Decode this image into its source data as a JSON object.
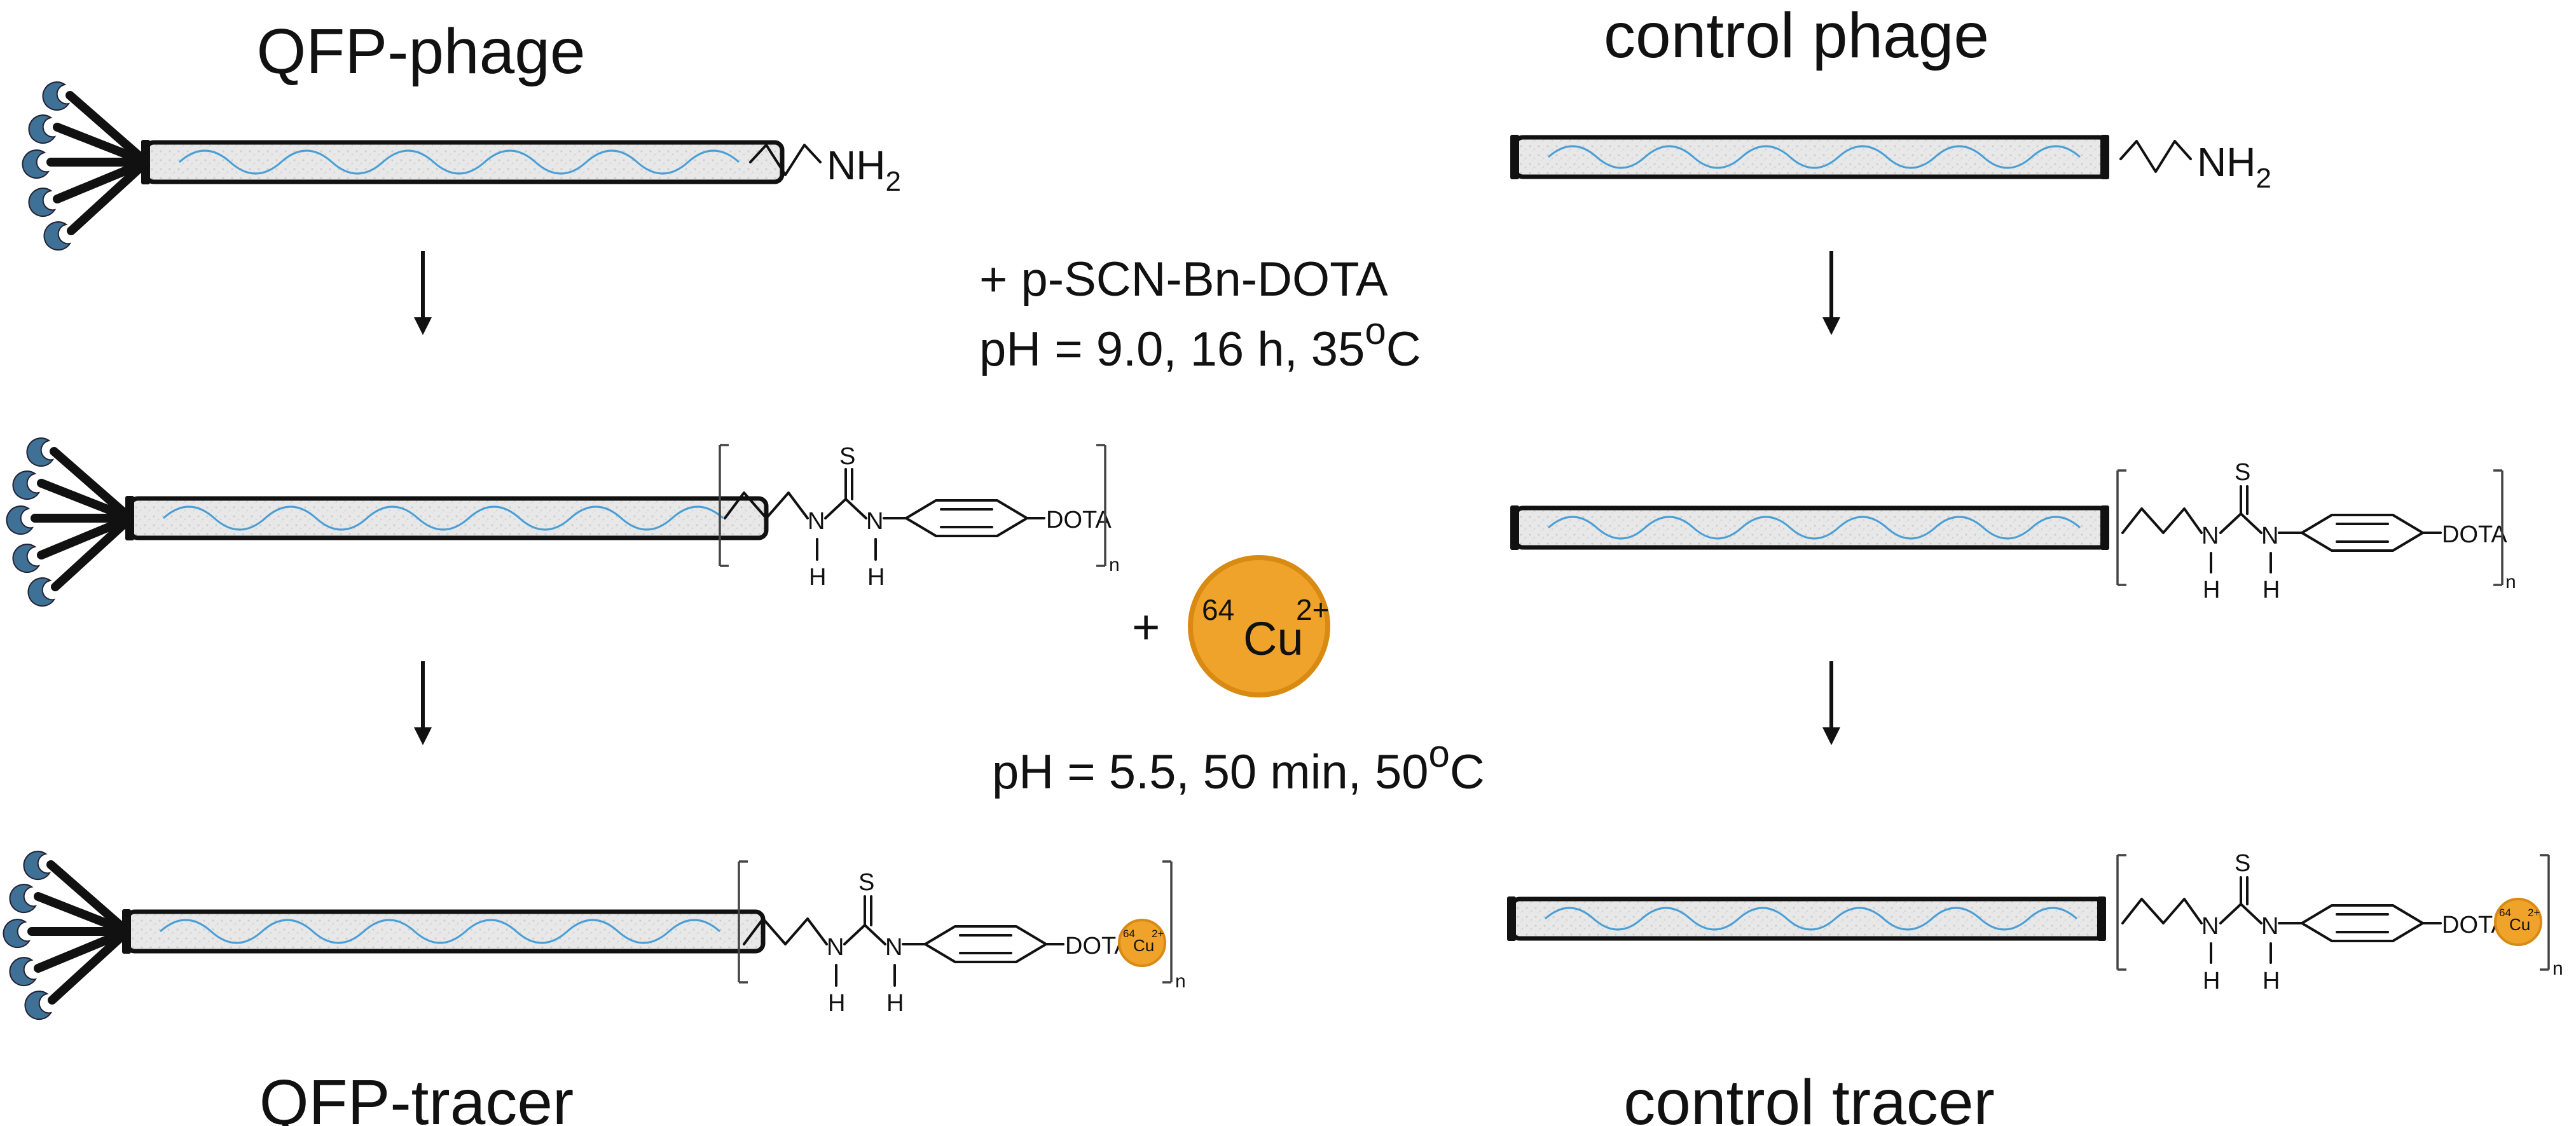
{
  "titles": {
    "qfp_phage": "QFP-phage",
    "control_phage": "control phage",
    "qfp_tracer": "QFP-tracer",
    "control_tracer": "control tracer"
  },
  "reagents": {
    "step1_reagent": "+ p-SCN-Bn-DOTA",
    "step1_conditions": "pH = 9.0, 16 h, 35",
    "step1_degree": "o",
    "step1_unit": "C",
    "step2_plus": "+",
    "step2_conditions": "pH = 5.5, 50 min, 50",
    "step2_degree": "o",
    "step2_unit": "C"
  },
  "copper": {
    "mass_number": "64",
    "symbol": "Cu",
    "charge": "2+"
  },
  "chem": {
    "amine": "NH",
    "amine_sub": "2",
    "n_atom": "N",
    "h_atom": "H",
    "s_atom": "S",
    "dota": "DOTA",
    "repeat": "n"
  },
  "colors": {
    "capsid_fill": "#e6e6e6",
    "dna_wave": "#4a9fd6",
    "protein_blue": "#3f7196",
    "copper_fill": "#efa32a",
    "copper_stroke": "#d98a13"
  }
}
